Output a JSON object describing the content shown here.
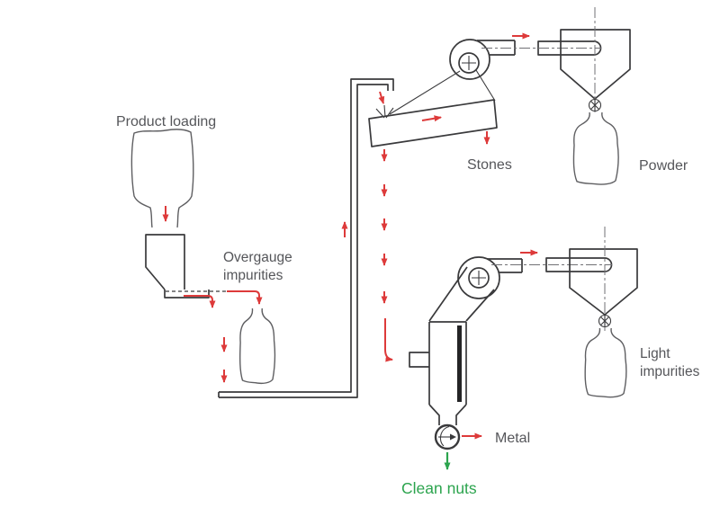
{
  "labels": {
    "product_loading": "Product loading",
    "overgauge_line1": "Overgauge",
    "overgauge_line2": "impurities",
    "stones": "Stones",
    "powder": "Powder",
    "light_line1": "Light",
    "light_line2": "impurities",
    "metal": "Metal",
    "clean_nuts": "Clean nuts"
  },
  "colors": {
    "line": "#3a3a3c",
    "bag-line": "#5f5f62",
    "label-text": "#55565a",
    "flow-red": "#dd3a3a",
    "clean-green": "#2ca44e",
    "centerline": "#707074",
    "background": "#ffffff"
  }
}
